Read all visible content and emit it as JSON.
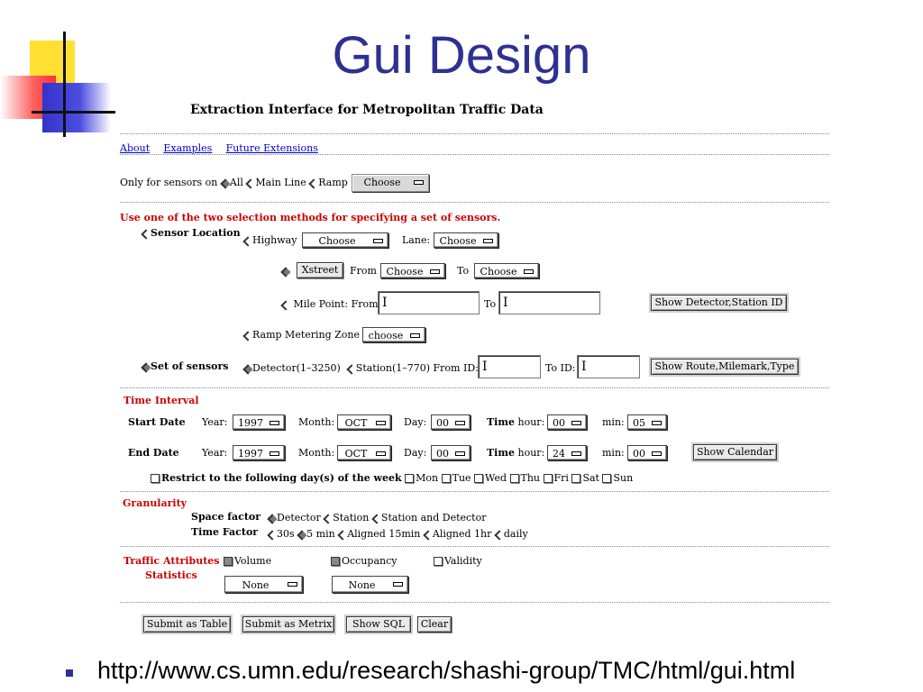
{
  "slide": {
    "title": "Gui Design",
    "url": "http://www.cs.umn.edu/research/shashi-group/TMC/html/gui.html"
  },
  "form": {
    "title": "Extraction Interface for Metropolitan Traffic Data",
    "links": [
      "About",
      "Examples",
      "Future Extensions"
    ],
    "sensor_filter": {
      "label": "Only for sensors on",
      "options": [
        "All",
        "Main Line",
        "Ramp"
      ],
      "select": "Choose"
    },
    "instruction": "Use one of the two selection methods for specifying a set of sensors.",
    "sensor_location": {
      "label": "Sensor Location",
      "highway_label": "Highway",
      "highway_select": "Choose",
      "lane_label": "Lane:",
      "lane_select": "Choose",
      "xstreet_button": "Xstreet",
      "from_label": "From",
      "from_select": "Choose",
      "to_label": "To",
      "to_select": "Choose",
      "mile_point_label": "Mile Point: From",
      "mile_to_label": "To",
      "show_detector_button": "Show Detector,Station ID",
      "ramp_zone_label": "Ramp Metering Zone",
      "ramp_zone_select": "choose"
    },
    "set_of_sensors": {
      "label": "Set of sensors",
      "detector_label": "Detector(1–3250)",
      "station_label": "Station(1–770) From ID:",
      "to_id_label": "To ID:",
      "show_route_button": "Show Route,Milemark,Type"
    },
    "time_interval": {
      "heading": "Time Interval",
      "start_label": "Start Date",
      "end_label": "End Date",
      "year_label": "Year:",
      "month_label": "Month:",
      "day_label": "Day:",
      "time_hour_bold": "Time",
      "time_hour_label": "hour:",
      "min_label": "min:",
      "start": {
        "year": "1997",
        "month": "OCT",
        "day": "00",
        "hour": "00",
        "min": "05"
      },
      "end": {
        "year": "1997",
        "month": "OCT",
        "day": "00",
        "hour": "24",
        "min": "00"
      },
      "show_calendar_button": "Show Calendar",
      "restrict_label": "Restrict to the following day(s) of the week",
      "days": [
        "Mon",
        "Tue",
        "Wed",
        "Thu",
        "Fri",
        "Sat",
        "Sun"
      ]
    },
    "granularity": {
      "heading": "Granularity",
      "space_label": "Space factor",
      "space_options": [
        "Detector",
        "Station",
        "Station and Detector"
      ],
      "time_label": "Time Factor",
      "time_options": [
        "30s",
        "5 min",
        "Aligned 15min",
        "Aligned 1hr",
        "daily"
      ]
    },
    "traffic": {
      "heading": "Traffic Attributes",
      "statistics_label": "Statistics",
      "attributes": [
        "Volume",
        "Occupancy",
        "Validity"
      ],
      "stat_select_1": "None",
      "stat_select_2": "None"
    },
    "actions": {
      "submit_table": "Submit as Table",
      "submit_metrix": "Submit as Metrix",
      "show_sql": "Show SQL",
      "clear": "Clear"
    }
  },
  "colors": {
    "title": "#2e3192",
    "section_heading": "#cc0000",
    "link": "#0000cc",
    "deco_yellow": "#ffd700",
    "deco_red": "#ff4040",
    "deco_blue": "#3333cc"
  }
}
